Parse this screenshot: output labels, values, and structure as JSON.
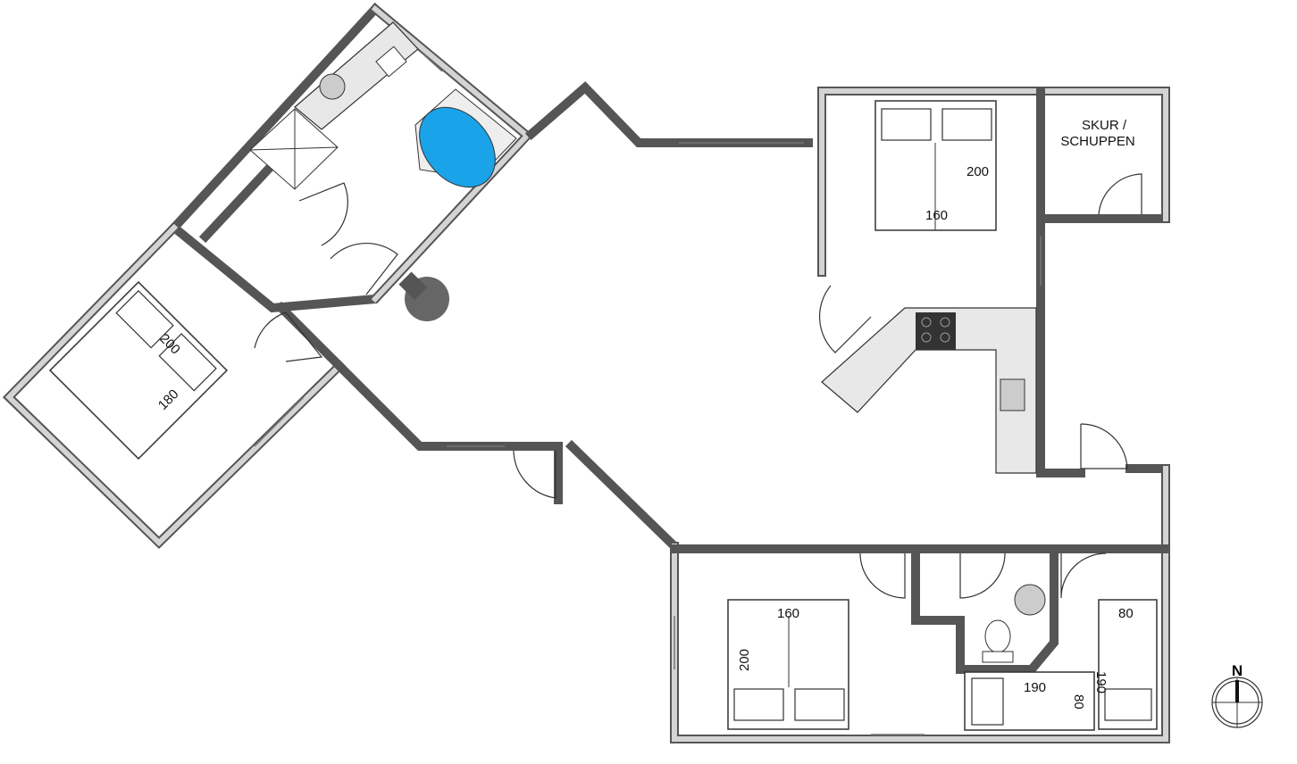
{
  "rooms": {
    "shed": {
      "line1": "SKUR /",
      "line2": "SCHUPPEN"
    },
    "bedroom_ne": {
      "length": "200",
      "width": "160"
    },
    "bedroom_w": {
      "length": "200",
      "width": "180"
    },
    "bedroom_s": {
      "length": "200",
      "width": "160"
    },
    "bunk_single": {
      "length": "190",
      "width": "80"
    },
    "single_bed": {
      "width": "80",
      "length": "190"
    }
  },
  "compass": {
    "label": "N"
  },
  "colors": {
    "wall": "#555555",
    "wall_fill": "#d4d4d4",
    "tub": "#1aa3e8",
    "stove": "#333333"
  }
}
